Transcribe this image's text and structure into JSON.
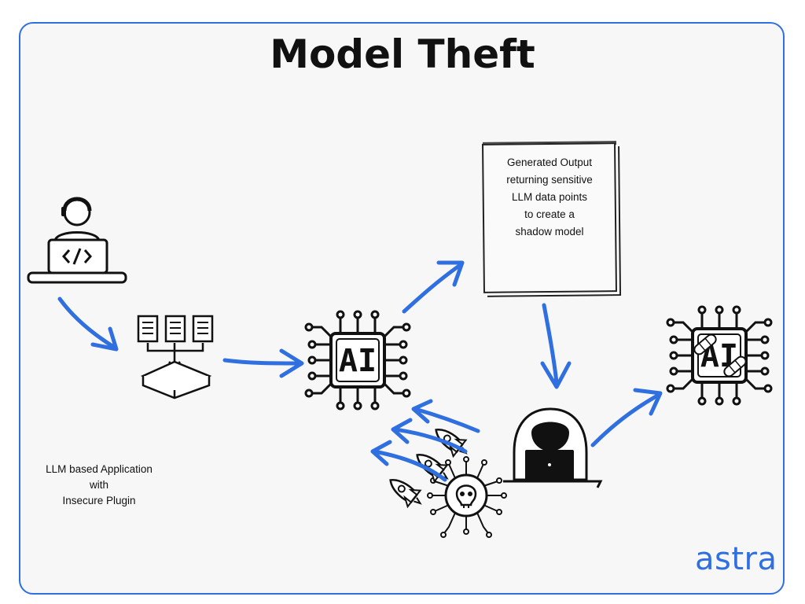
{
  "diagram": {
    "title": "Model Theft",
    "output_note": "Generated Output\nreturning sensitive\nLLM data points\nto create a\nshadow model",
    "app_label": "LLM based Application\nwith\nInsecure Plugin",
    "ai_chip_label": "AI",
    "brand": "astra",
    "colors": {
      "arrow": "#2f6fe0",
      "border": "#2f6fe0",
      "ink": "#111111",
      "background": "#f7f7f7"
    },
    "icons": [
      "developer-icon",
      "plugin-documents-icon",
      "ai-chip-icon",
      "hacker-icon",
      "rocket-icon",
      "skull-chip-icon",
      "damaged-ai-chip-icon"
    ]
  }
}
